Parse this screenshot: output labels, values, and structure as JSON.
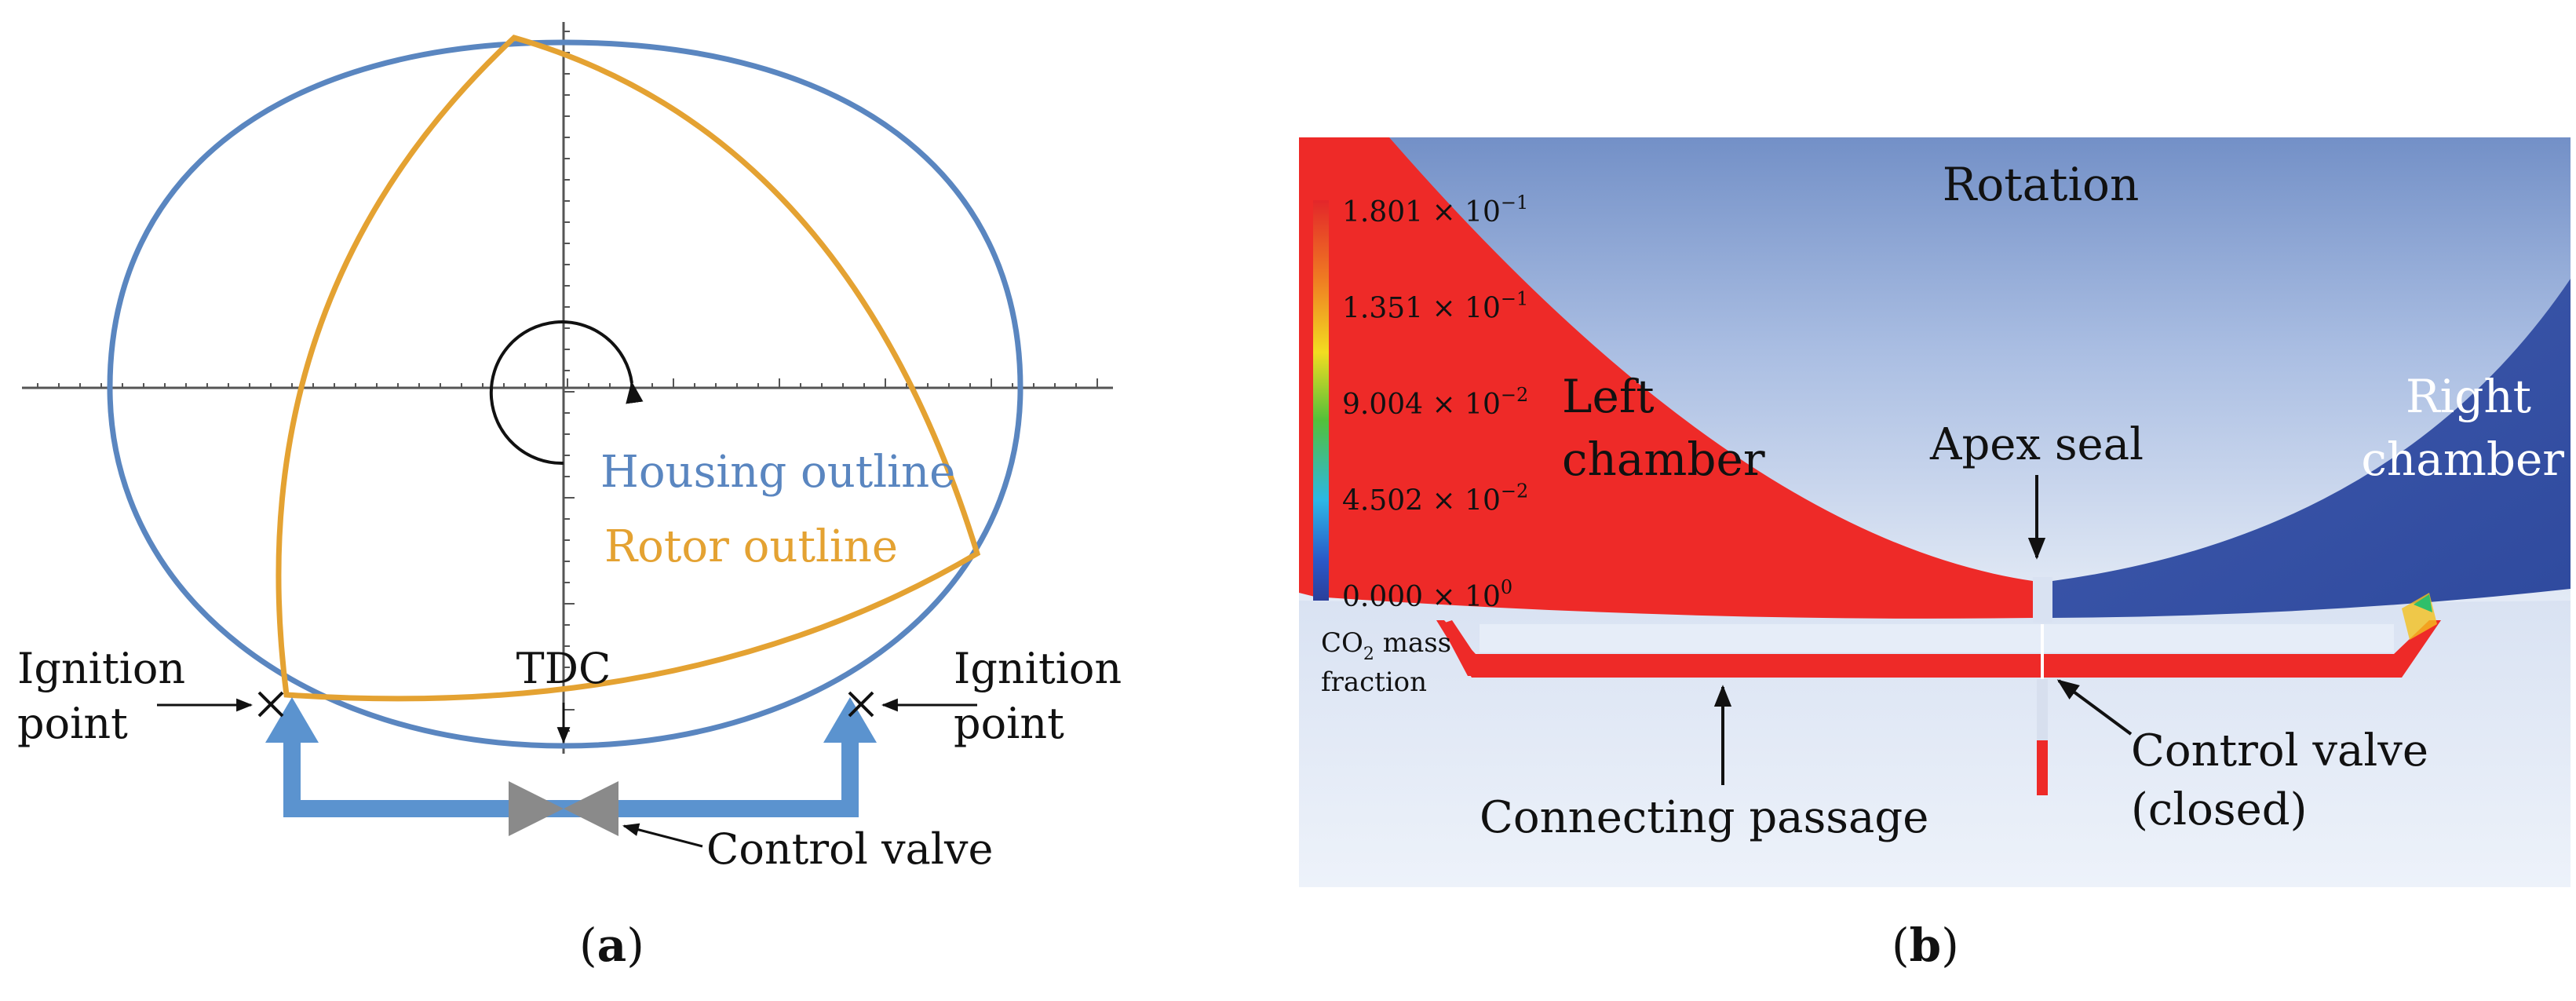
{
  "panel_a": {
    "labels": {
      "housing_outline": "Housing outline",
      "rotor_outline": "Rotor outline",
      "tdc": "TDC",
      "ignition_left_line1": "Ignition",
      "ignition_left_line2": "point",
      "ignition_right_line1": "Ignition",
      "ignition_right_line2": "point",
      "control_valve": "Control valve"
    },
    "caption_letter": "a",
    "colors": {
      "housing": "#5a86c0",
      "rotor": "#e4a232",
      "passage": "#5b93cf",
      "valve": "#8a8a8a"
    }
  },
  "panel_b": {
    "labels": {
      "rotation": "Rotation",
      "left_chamber_line1": "Left",
      "left_chamber_line2": "chamber",
      "right_chamber_line1": "Right",
      "right_chamber_line2": "chamber",
      "apex_seal": "Apex seal",
      "control_valve_line1": "Control valve",
      "control_valve_line2": "(closed)",
      "connecting_passage": "Connecting passage"
    },
    "colorbar": {
      "ticks": [
        {
          "mantissa": "1.801",
          "exponent": "−1"
        },
        {
          "mantissa": "1.351",
          "exponent": "−1"
        },
        {
          "mantissa": "9.004",
          "exponent": "−2"
        },
        {
          "mantissa": "4.502",
          "exponent": "−2"
        },
        {
          "mantissa": "0.000",
          "exponent": "0"
        }
      ],
      "title_line1_prefix": "CO",
      "title_subscript": "2",
      "title_line1_suffix": " mass",
      "title_line2": "fraction"
    },
    "caption_letter": "b",
    "colors": {
      "left_chamber": "#ee2a28",
      "right_chamber": "#3a55a6",
      "rotor_top": "#7390c7",
      "background_light": "#dde6f4"
    }
  }
}
